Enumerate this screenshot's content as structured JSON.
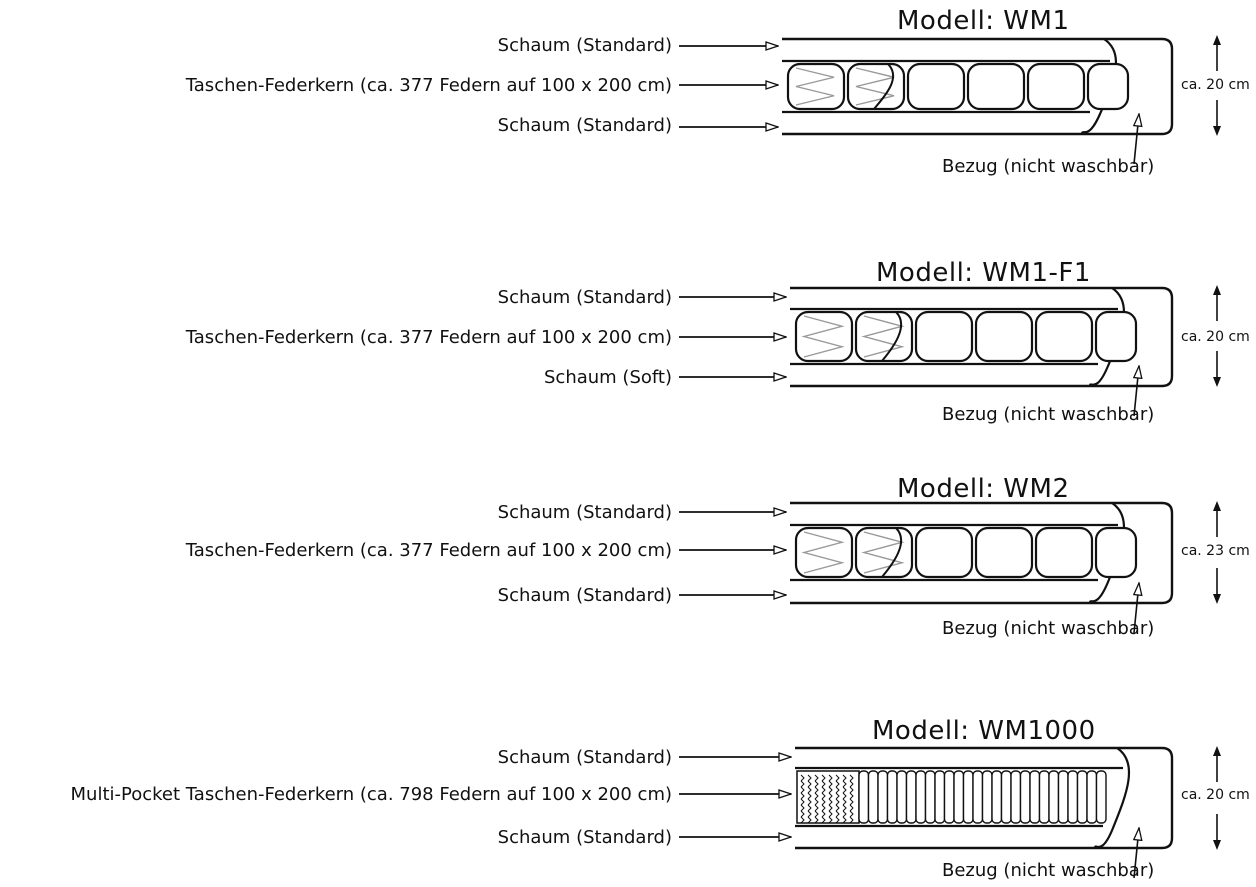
{
  "diagrams": [
    {
      "title": "Modell: WM1",
      "labels": {
        "top": "Schaum (Standard)",
        "middle": "Taschen-Federkern (ca. 377 Federn auf 100 x 200 cm)",
        "bottom": "Schaum (Standard)"
      },
      "height": "ca. 20 cm",
      "cover": "Bezug (nicht waschbar)",
      "core_type": "pocket"
    },
    {
      "title": "Modell: WM1-F1",
      "labels": {
        "top": "Schaum (Standard)",
        "middle": "Taschen-Federkern (ca. 377 Federn auf 100 x 200 cm)",
        "bottom": "Schaum (Soft)"
      },
      "height": "ca. 20 cm",
      "cover": "Bezug (nicht waschbar)",
      "core_type": "pocket"
    },
    {
      "title": "Modell: WM2",
      "labels": {
        "top": "Schaum (Standard)",
        "middle": "Taschen-Federkern (ca. 377 Federn auf 100 x 200 cm)",
        "bottom": "Schaum (Standard)"
      },
      "height": "ca. 23 cm",
      "cover": "Bezug (nicht waschbar)",
      "core_type": "pocket"
    },
    {
      "title": "Modell: WM1000",
      "labels": {
        "top": "Schaum (Standard)",
        "middle": "Multi-Pocket Taschen-Federkern (ca. 798 Federn auf 100 x 200 cm)",
        "bottom": "Schaum (Standard)"
      },
      "height": "ca. 20 cm",
      "cover": "Bezug (nicht waschbar)",
      "core_type": "multi-pocket"
    }
  ]
}
